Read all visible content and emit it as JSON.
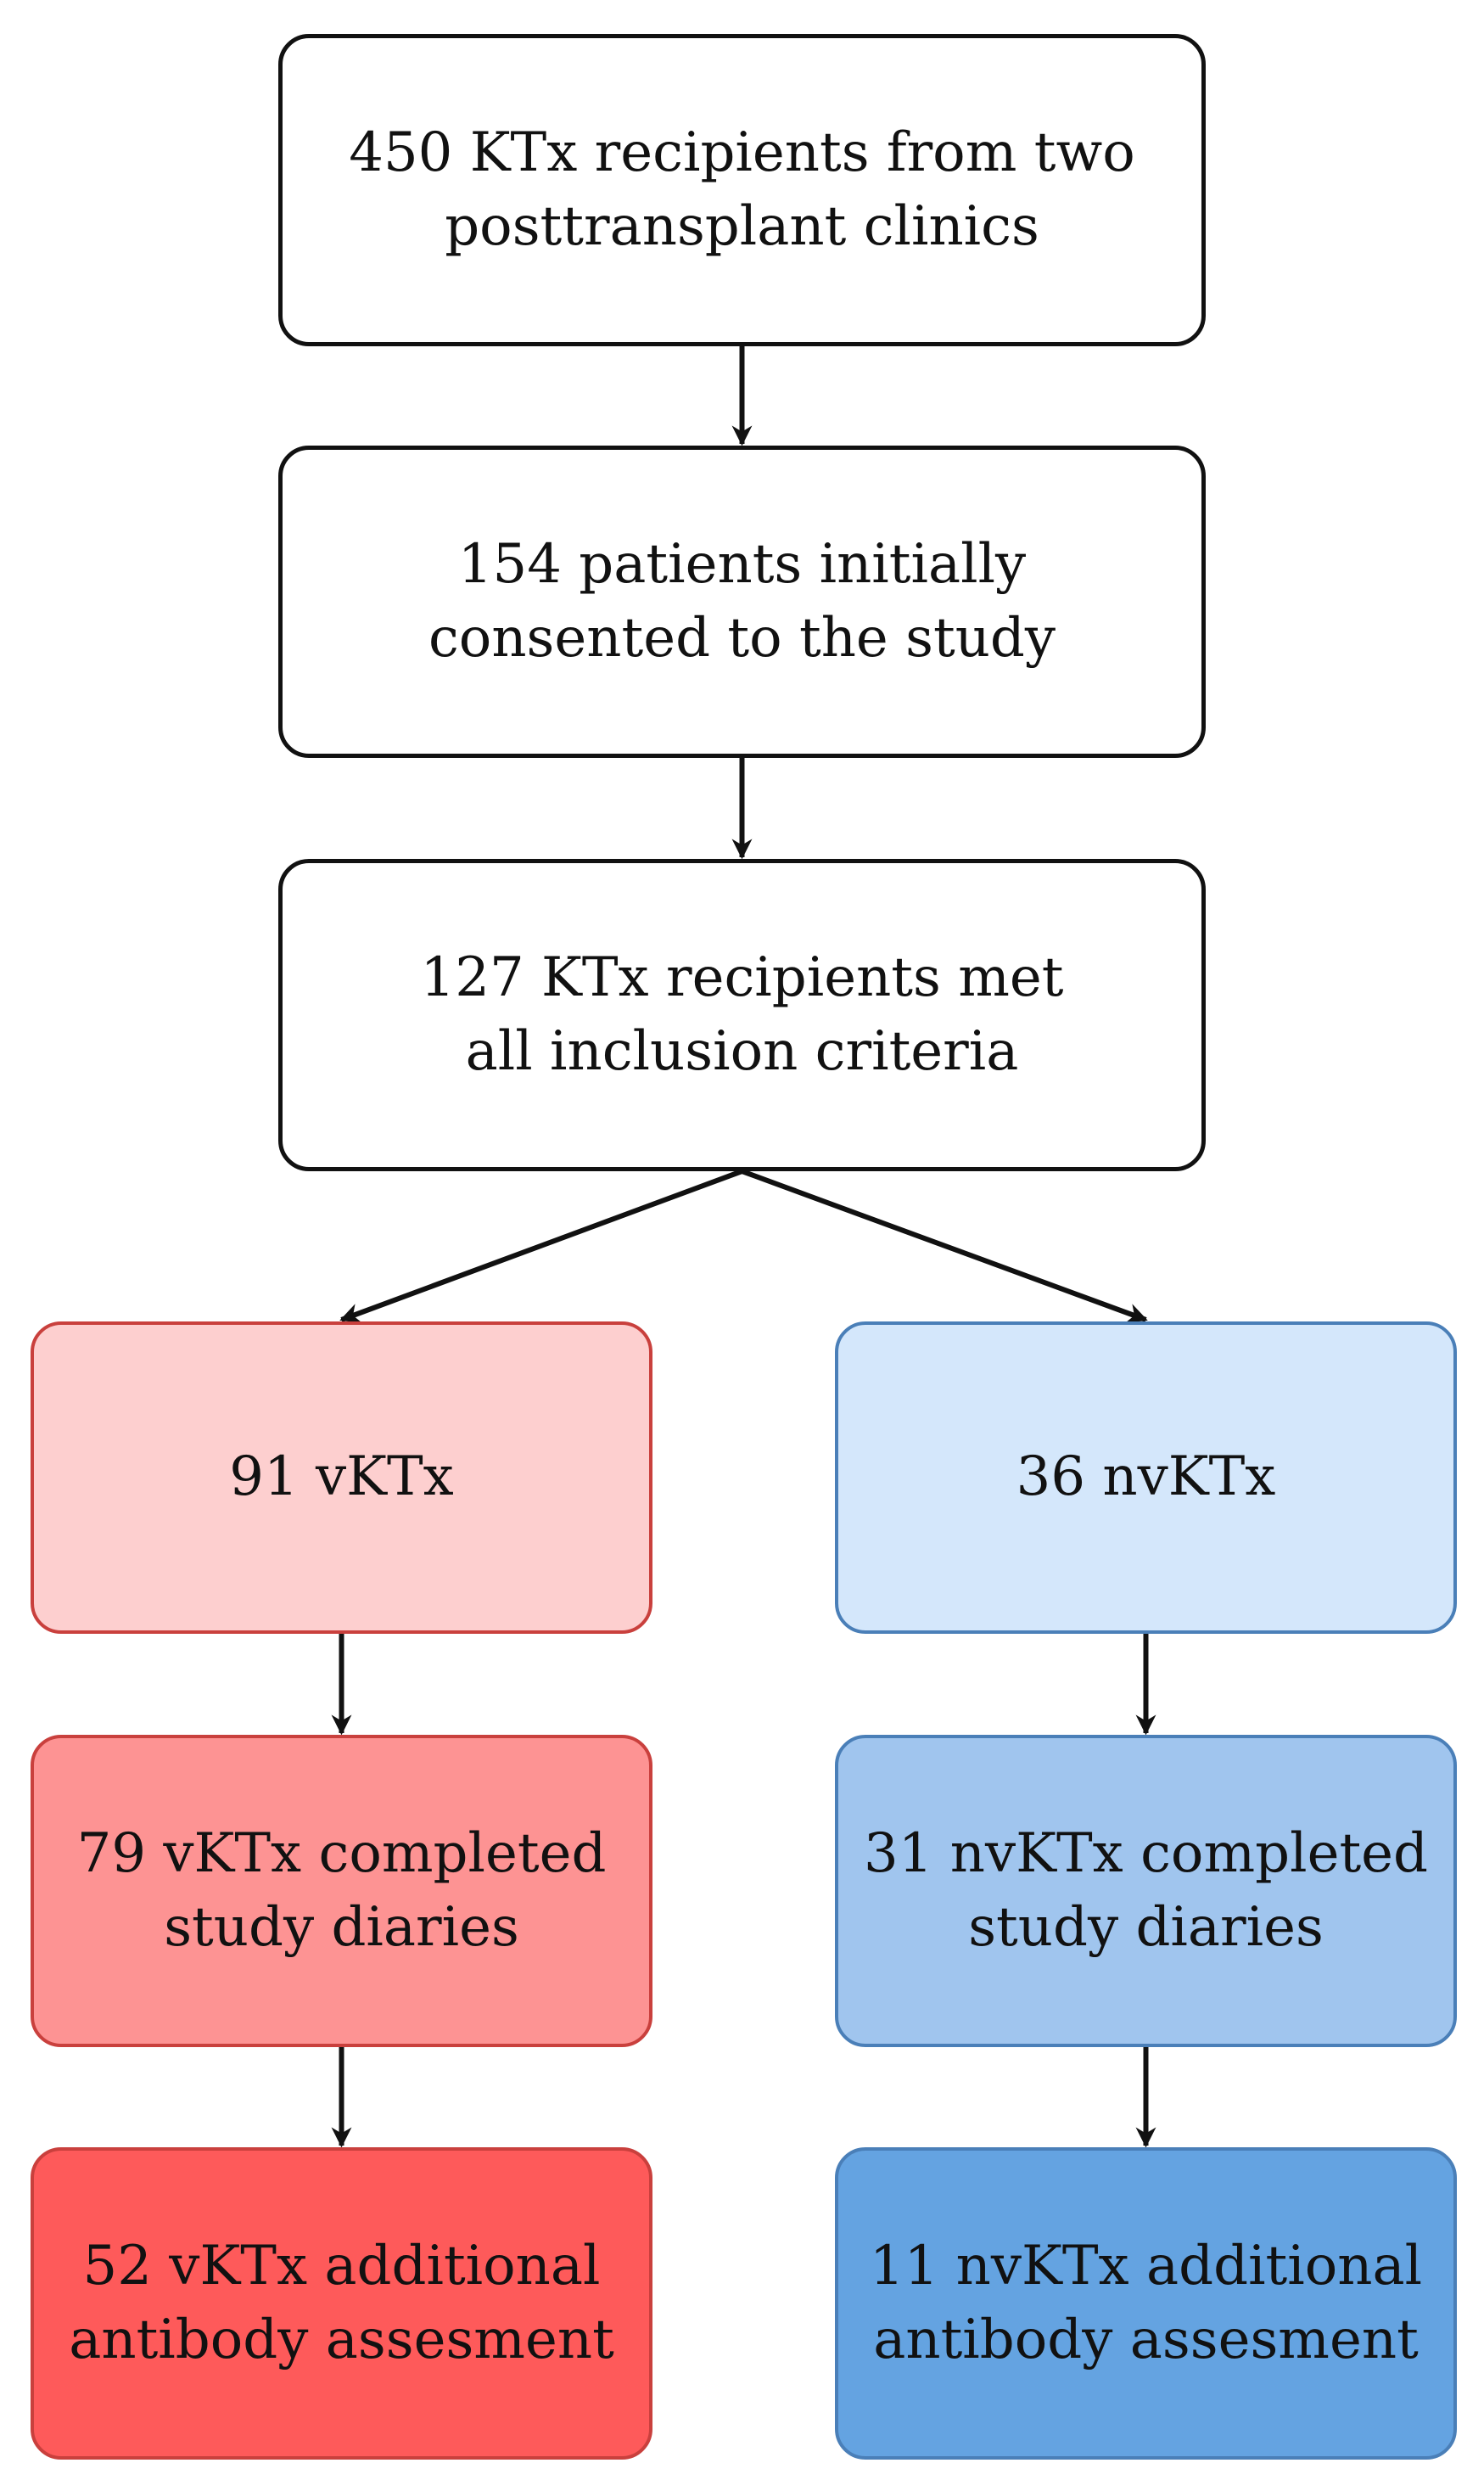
{
  "colors": {
    "neutral_fill": "#ffffff",
    "neutral_border": "#111111",
    "red_light": "#fdcfcf",
    "red_medium": "#fd9393",
    "red_strong": "#fe5a5a",
    "red_border": "#c9403d",
    "blue_light": "#d4e7fb",
    "blue_medium": "#a0c5ee",
    "blue_strong": "#64a3e1",
    "blue_border": "#4a7fb8",
    "arrow": "#111111"
  },
  "boxes": {
    "total": {
      "text": "450 KTx recipients from two\nposttransplant clinics"
    },
    "consented": {
      "text": "154 patients initially\nconsented to the study"
    },
    "included": {
      "text": "127 KTx recipients met\nall inclusion criteria"
    },
    "vktx": {
      "text": "91 vKTx"
    },
    "nvktx": {
      "text": "36 nvKTx"
    },
    "vktx_diary": {
      "text": "79 vKTx completed\nstudy diaries"
    },
    "nvktx_diary": {
      "text": "31 nvKTx completed\nstudy diaries"
    },
    "vktx_antibody": {
      "text": "52 vKTx additional\nantibody assesment"
    },
    "nvktx_antibody": {
      "text": "11 nvKTx additional\nantibody assesment"
    }
  },
  "connections": [
    {
      "from": "total",
      "to": "consented"
    },
    {
      "from": "consented",
      "to": "included"
    },
    {
      "from": "included",
      "to": "vktx"
    },
    {
      "from": "included",
      "to": "nvktx"
    },
    {
      "from": "vktx",
      "to": "vktx_diary"
    },
    {
      "from": "nvktx",
      "to": "nvktx_diary"
    },
    {
      "from": "vktx_diary",
      "to": "vktx_antibody"
    },
    {
      "from": "nvktx_diary",
      "to": "nvktx_antibody"
    }
  ]
}
